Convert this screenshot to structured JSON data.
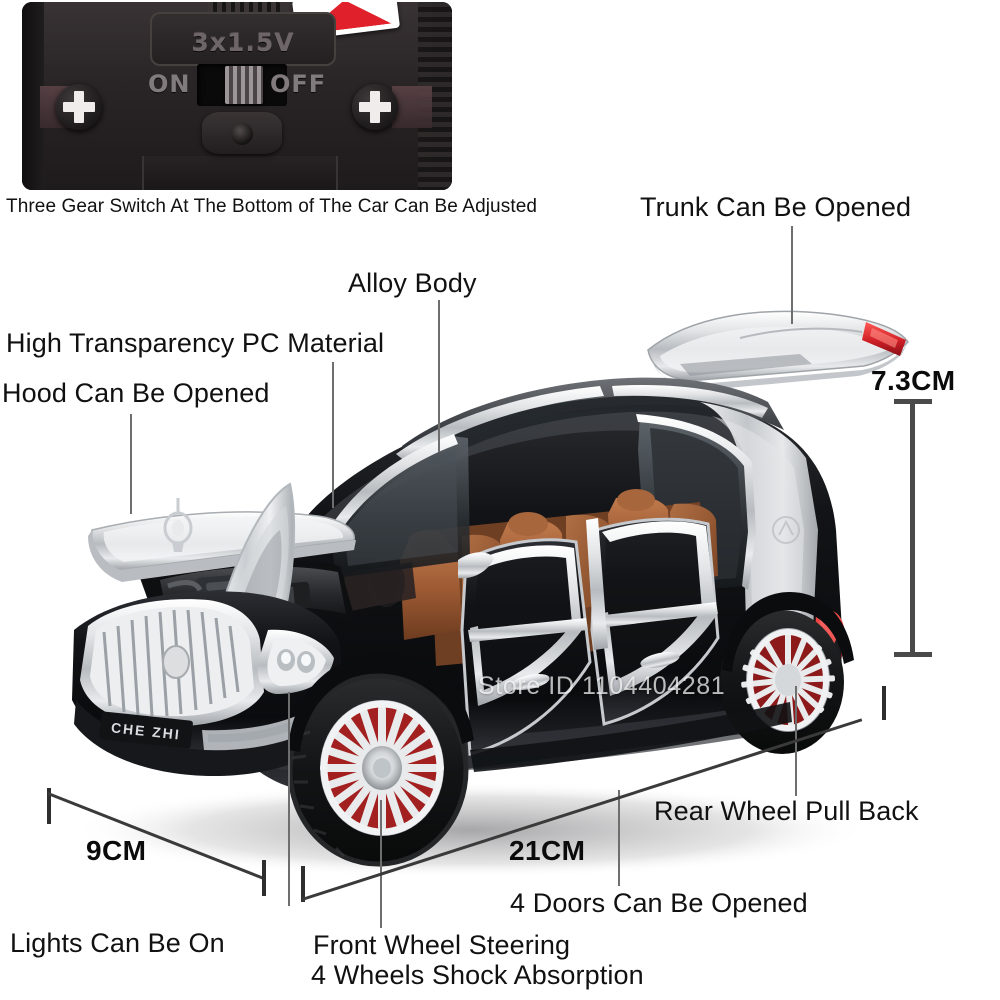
{
  "inset": {
    "name": "battery-compartment-photo",
    "voltage_text": "3x1.5V",
    "switch_on_label": "ON",
    "switch_off_label": "OFF"
  },
  "captions": {
    "inset_caption": "Three Gear Switch At The Bottom of The Car Can Be Adjusted",
    "trunk": "Trunk Can Be Opened",
    "alloy_body": "Alloy Body",
    "pc_material": "High Transparency PC Material",
    "hood": "Hood Can Be Opened",
    "rear_wheel": "Rear Wheel Pull Back",
    "lights": "Lights Can Be On",
    "front_wheel_steering": "Front Wheel Steering",
    "shock_absorption": "4 Wheels Shock Absorption",
    "doors": "4 Doors Can Be Opened"
  },
  "dimensions": {
    "height": "7.3CM",
    "width": "9CM",
    "length": "21CM"
  },
  "watermark": {
    "store_id": "Store ID 1104404281"
  },
  "car": {
    "license_plate": "CHE ZHI",
    "colors": {
      "body_black": "#111114",
      "chrome_silver": "#d8dadc",
      "interior_brown": "#9a5a36",
      "taillight_red": "#d2222a",
      "wheel_red": "#a8201f",
      "glass_dark": "#3d4347"
    }
  }
}
